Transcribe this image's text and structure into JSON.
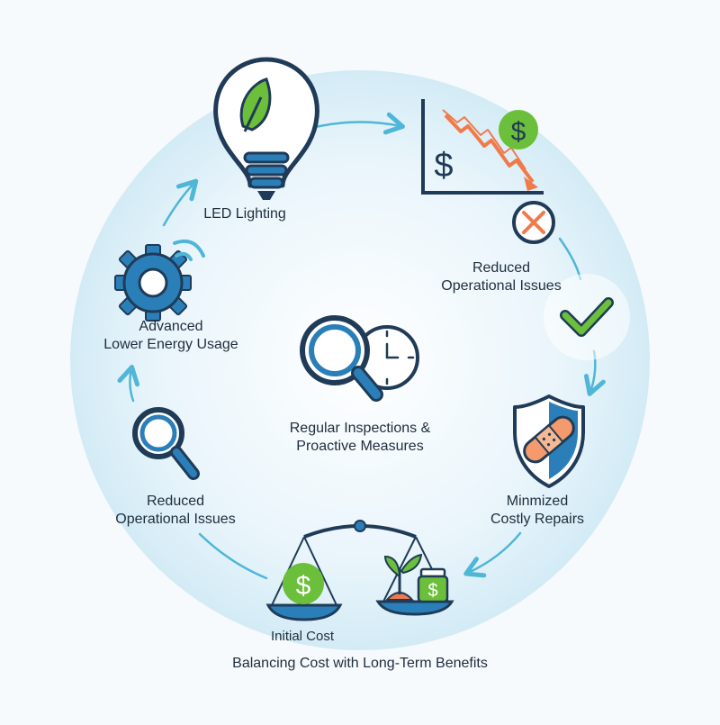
{
  "nodes": {
    "led_lighting": {
      "label": "LED Lighting"
    },
    "reduced_top": {
      "line1": "Reduced",
      "line2": "Operational Issues"
    },
    "advanced": {
      "line1": "Advanced",
      "line2": "Lower Energy Usage"
    },
    "center": {
      "line1": "Regular Inspections &",
      "line2": "Proactive Measures"
    },
    "reduced_left": {
      "line1": "Reduced",
      "line2": "Operational Issues"
    },
    "minimized": {
      "line1": "Minmized",
      "line2": "Costly Repairs"
    },
    "initial_cost": {
      "label": "Initial Cost"
    }
  },
  "caption": "Balancing Cost with Long-Term Benefits",
  "icons": {
    "bulb_symbol": "$",
    "chart_symbol": "$",
    "coin_symbol": "$",
    "scale_coin_symbol": "$",
    "jar_symbol": "$"
  },
  "colors": {
    "blue": "#2b7fb8",
    "navy": "#1f3b57",
    "green": "#6bbf3a",
    "orange": "#f07a4a",
    "light_blue": "#4fb6d8",
    "circle_fill": "#d9eef7"
  }
}
